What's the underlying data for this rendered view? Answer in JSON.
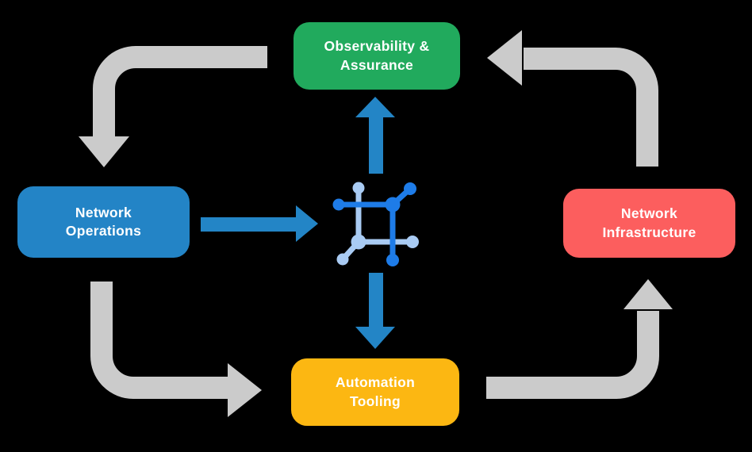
{
  "colors": {
    "background": "#000000",
    "text": "#FFFFFF",
    "arrow_gray": "#CBCBCB",
    "arrow_blue": "#2385C6",
    "icon_dark": "#1E7CE8",
    "icon_light": "#A9CBF3",
    "observability": "#21AA5D",
    "operations": "#2384C6",
    "infrastructure": "#FC5E5E",
    "automation": "#FCB712"
  },
  "nodes": {
    "observability": {
      "label": "Observability &\nAssurance"
    },
    "operations": {
      "label": "Network\nOperations"
    },
    "infrastructure": {
      "label": "Network\nInfrastructure"
    },
    "automation": {
      "label": "Automation\nTooling"
    }
  },
  "center_icon": "network-mesh-icon"
}
